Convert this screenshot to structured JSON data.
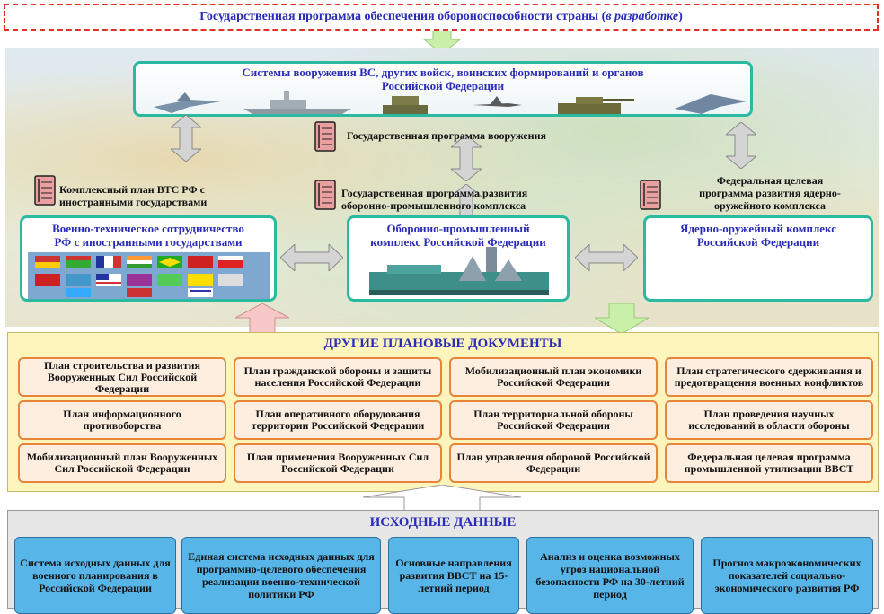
{
  "banner": {
    "text": "Государственная программа обеспечения обороноспособности страны (",
    "italic": "в разработке",
    "close": ")"
  },
  "weapons": {
    "title_line1": "Системы вооружения ВС, других войск, воинских формирований и органов",
    "title_line2": "Российской Федерации"
  },
  "labels": {
    "gpv": "Государственная программа вооружения",
    "vts_plan_1": "Комплексный план ВТС РФ с",
    "vts_plan_2": "иностранными государствами",
    "opk_program_1": "Государственная программа развития",
    "opk_program_2": "оборонно-промышленного комплекса",
    "fcp_1": "Федеральная целевая",
    "fcp_2": "программа развития ядерно-",
    "fcp_3": "оружейного комплекса"
  },
  "boxes": {
    "vts_1": "Военно-техническое сотрудничество",
    "vts_2": "РФ с иностранными государствами",
    "opk_1": "Оборонно-промышленный",
    "opk_2": "комплекс Российской Федерации",
    "nuclear_1": "Ядерно-оружейный комплекс",
    "nuclear_2": "Российской Федерации"
  },
  "plans": {
    "title": "ДРУГИЕ ПЛАНОВЫЕ ДОКУМЕНТЫ",
    "items": [
      "План строительства и развития Вооруженных Сил Российской Федерации",
      "План гражданской обороны и защиты населения Российской Федерации",
      "Мобилизационный план экономики Российской Федерации",
      "План стратегического сдерживания и предотвращения военных конфликтов",
      "План информационного противоборства",
      "План оперативного оборудования территории Российской Федерации",
      "План территориальной обороны Российской Федерации",
      "План проведения научных исследований в области обороны",
      "Мобилизационный план Вооруженных Сил Российской Федерации",
      "План применения Вооруженных Сил Российской Федерации",
      "План управления обороной Российской Федерации",
      "Федеральная целевая программа промышленной утилизации ВВСТ"
    ]
  },
  "inputs": {
    "title": "ИСХОДНЫЕ  ДАННЫЕ",
    "items": [
      "Система исходных данных для военного планирования в Российской Федерации",
      "Единая система исходных данных для программно-целевого обеспечения реализации военно-технической политики РФ",
      "Основные направления развития ВВСТ на 15-летний период",
      "Анализ и оценка возможных угроз национальной безопасности РФ на 30-летний период",
      "Прогноз макроэкономических показателей социально-экономического развития РФ"
    ]
  },
  "colors": {
    "title_blue": "#2a2cb8",
    "teal_border": "#2bb9a0",
    "plan_border": "#e8853a",
    "plan_fill": "#fdeee0",
    "input_fill": "#58b5e8",
    "banner_border": "#e0302a"
  }
}
